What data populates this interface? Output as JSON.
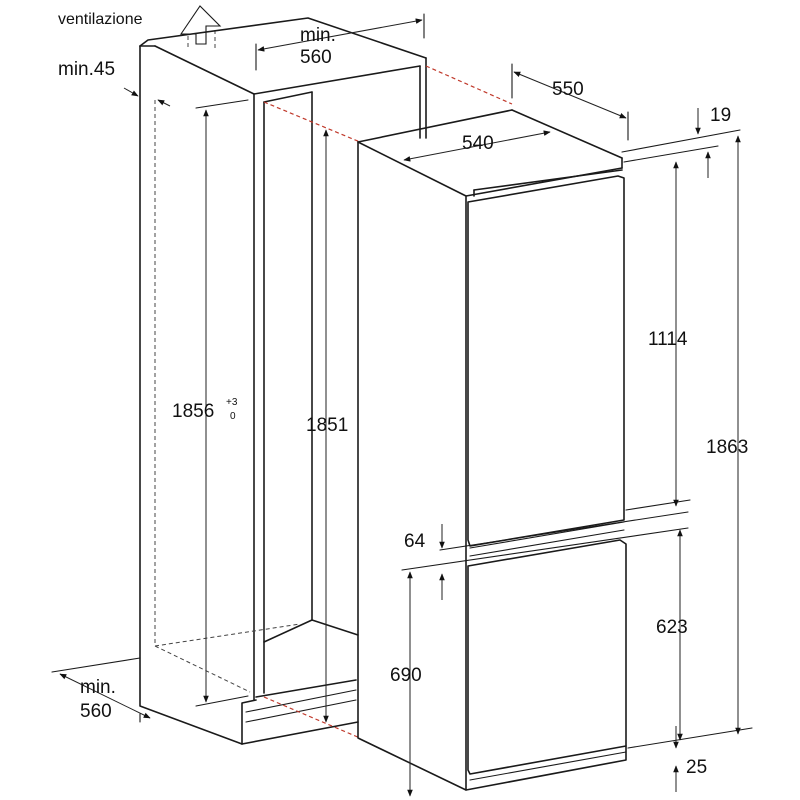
{
  "labels": {
    "ventilazione": "ventilazione",
    "min45": "min.45",
    "min_top": "min.",
    "w560_top": "560",
    "min_bottom": "min.",
    "w560_bottom": "560",
    "d550": "550",
    "d540": "540",
    "d19": "19",
    "h1856": "1856",
    "tol_plus": "+3",
    "tol_zero": "0",
    "h1851": "1851",
    "h1114": "1114",
    "h1863": "1863",
    "h64": "64",
    "h623": "623",
    "h690": "690",
    "h25": "25"
  },
  "colors": {
    "line": "#1a1a1a",
    "hidden_edge_red": "#c0392b"
  }
}
